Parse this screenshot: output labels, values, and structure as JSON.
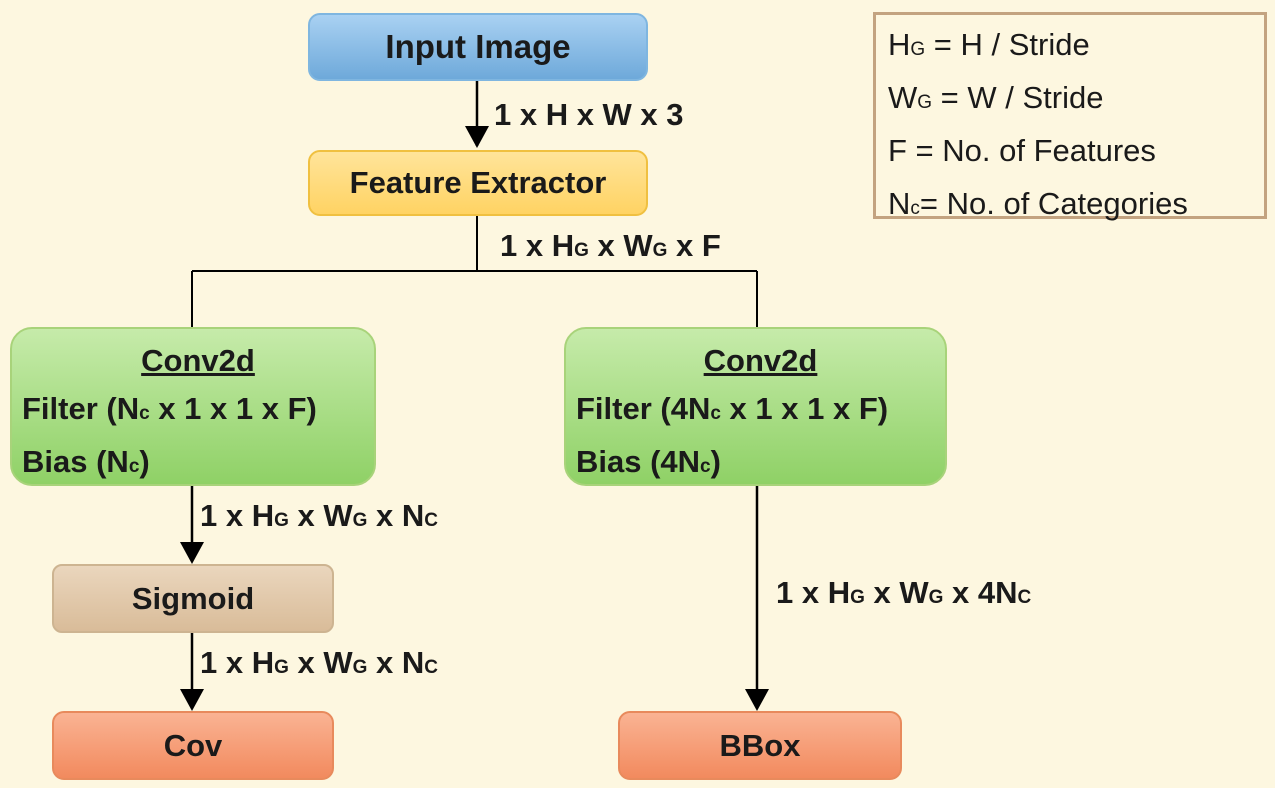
{
  "nodes": {
    "input": "Input Image",
    "feature_extractor": "Feature Extractor",
    "conv_left": {
      "title": "Conv2d",
      "filter_prefix": "Filter (N",
      "filter_sub": "c",
      "filter_suffix": " x 1 x 1 x F)",
      "bias_prefix": "Bias (N",
      "bias_sub": "c",
      "bias_suffix": ")"
    },
    "conv_right": {
      "title": "Conv2d",
      "filter_prefix": "Filter (4N",
      "filter_sub": "c",
      "filter_suffix": " x 1 x 1 x F)",
      "bias_prefix": "Bias (4N",
      "bias_sub": "c",
      "bias_suffix": ")"
    },
    "sigmoid": "Sigmoid",
    "cov": "Cov",
    "bbox": "BBox"
  },
  "edges": {
    "input_to_feature": "1 x H x W x 3",
    "feature_out": {
      "a": "1 x H",
      "b": "G",
      "c": " x W",
      "d": "G",
      "e": " x F"
    },
    "left_conv_out": {
      "a": "1 x H",
      "b": "G",
      "c": " x W",
      "d": "G",
      "e": " x N",
      "f": "C"
    },
    "sigmoid_out": {
      "a": "1 x H",
      "b": "G",
      "c": " x W",
      "d": "G",
      "e": " x N",
      "f": "C"
    },
    "right_conv_out": {
      "a": "1 x H",
      "b": "G",
      "c": " x W",
      "d": "G",
      "e": " x 4N",
      "f": "C"
    }
  },
  "legend": [
    {
      "sym": "H",
      "sub": "G",
      "def": " = H / Stride"
    },
    {
      "sym": "W",
      "sub": "G",
      "def": " = W / Stride"
    },
    {
      "sym": "F",
      "sub": "",
      "def": " = No. of Features"
    },
    {
      "sym": "N",
      "sub": "c",
      "def": "= No. of Categories"
    }
  ]
}
